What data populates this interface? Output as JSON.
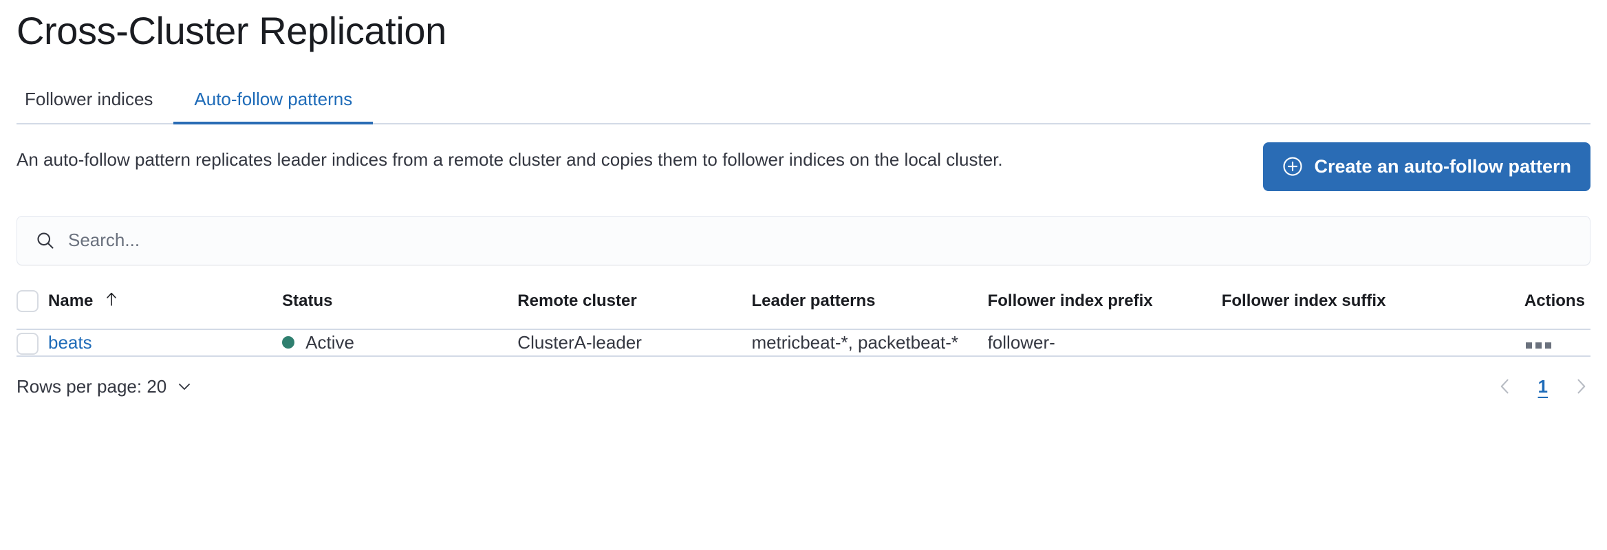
{
  "page": {
    "title": "Cross-Cluster Replication"
  },
  "tabs": [
    {
      "label": "Follower indices",
      "active": false
    },
    {
      "label": "Auto-follow patterns",
      "active": true
    }
  ],
  "intro": {
    "description": "An auto-follow pattern replicates leader indices from a remote cluster and copies them to follower indices on the local cluster.",
    "create_button_label": "Create an auto-follow pattern",
    "create_button_icon": "plus-in-circle-icon",
    "create_button_color": "#2a6cb5"
  },
  "search": {
    "placeholder": "Search...",
    "value": "",
    "icon": "search-icon"
  },
  "table": {
    "columns": [
      "Name",
      "Status",
      "Remote cluster",
      "Leader patterns",
      "Follower index prefix",
      "Follower index suffix",
      "Actions"
    ],
    "sorted_column": "Name",
    "sort_direction": "ascending",
    "sort_icon": "arrow-up-icon",
    "rows": [
      {
        "selected": false,
        "name": "beats",
        "status": "Active",
        "status_color": "#2f7f6f",
        "remote_cluster": "ClusterA-leader",
        "leader_patterns": "metricbeat-*, packetbeat-*",
        "follower_index_prefix": "follower-",
        "follower_index_suffix": "",
        "actions_icon": "boxes-horizontal-icon"
      }
    ]
  },
  "footer": {
    "rows_per_page_label": "Rows per page: 20",
    "rows_per_page_icon": "chevron-down-icon",
    "previous_icon": "chevron-left-icon",
    "next_icon": "chevron-right-icon",
    "pages": [
      "1"
    ],
    "active_page": "1"
  }
}
